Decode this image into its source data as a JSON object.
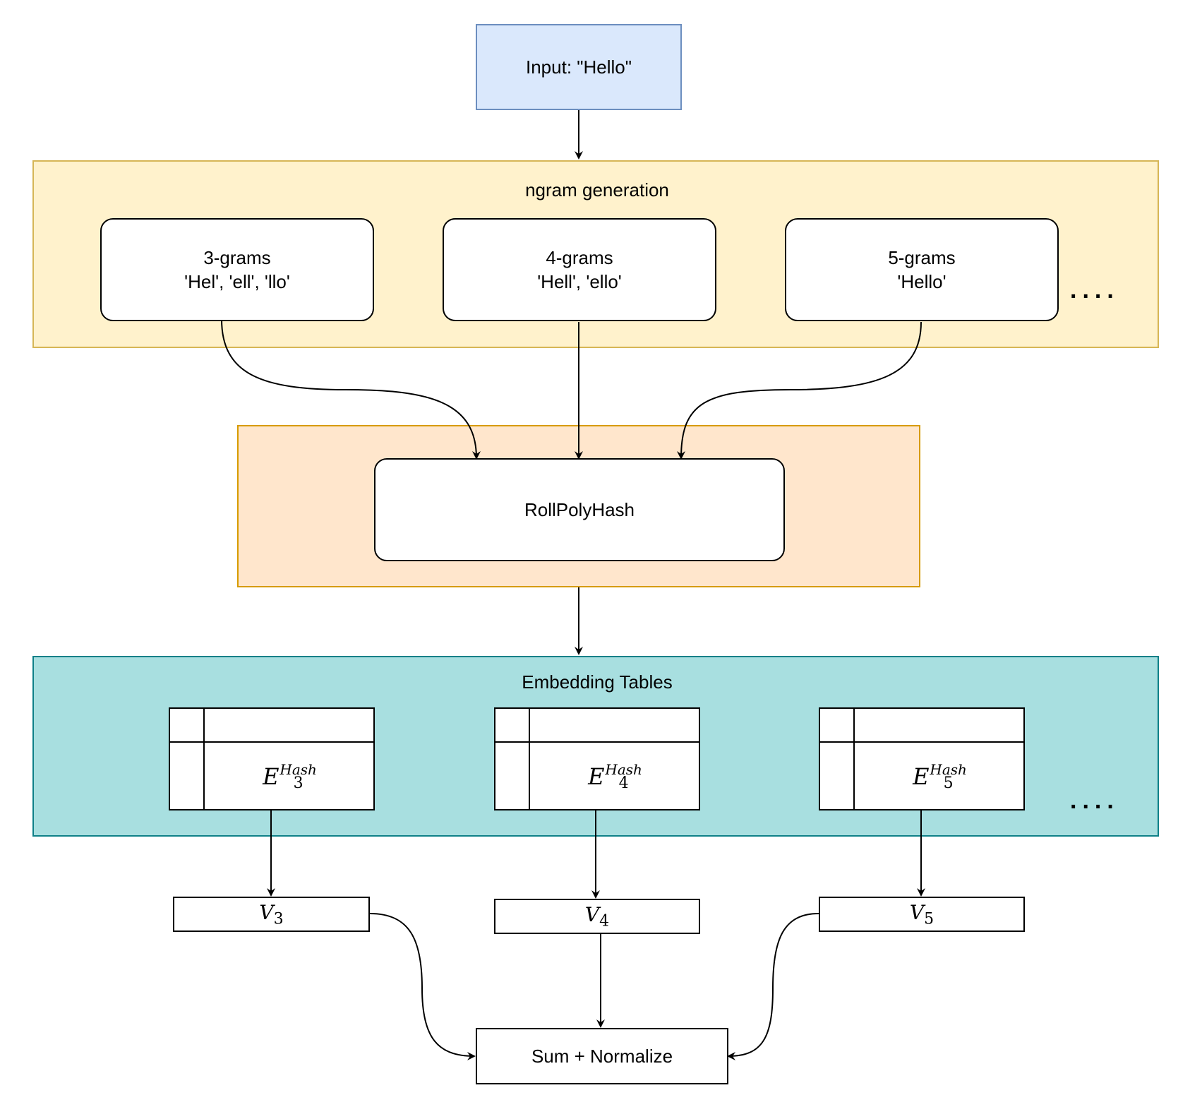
{
  "input": {
    "label": "Input: \"Hello\"",
    "fill": "#dae8fc",
    "stroke": "#6c8ebf"
  },
  "ngram_section": {
    "title": "ngram generation",
    "fill": "#fff2cc",
    "stroke": "#d6b656",
    "boxes": [
      {
        "title": "3-grams",
        "items": "'Hel', 'ell', 'llo'"
      },
      {
        "title": "4-grams",
        "items": "'Hell', 'ello'"
      },
      {
        "title": "5-grams",
        "items": "'Hello'"
      }
    ],
    "more": "...."
  },
  "hash_section": {
    "fill": "#ffe6cc",
    "stroke": "#d79b00",
    "node": "RollPolyHash"
  },
  "embedding_section": {
    "title": "Embedding Tables",
    "fill": "#a8dfe0",
    "stroke": "#0e8088",
    "tables": [
      {
        "symbol": "E",
        "sub": "3",
        "sup": "Hash"
      },
      {
        "symbol": "E",
        "sub": "4",
        "sup": "Hash"
      },
      {
        "symbol": "E",
        "sub": "5",
        "sup": "Hash"
      }
    ],
    "more": "...."
  },
  "vectors": [
    {
      "symbol": "V",
      "sub": "3"
    },
    {
      "symbol": "V",
      "sub": "4"
    },
    {
      "symbol": "V",
      "sub": "5"
    }
  ],
  "output": {
    "label": "Sum + Normalize"
  }
}
